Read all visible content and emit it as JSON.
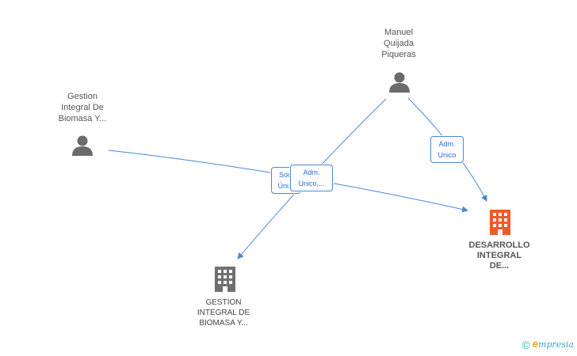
{
  "nodes": {
    "manuel": {
      "label": "Manuel\nQuijada\nPiqueras",
      "icon": "person-icon"
    },
    "gestion_person": {
      "label": "Gestion\nIntegral De\nBiomasa Y...",
      "icon": "person-icon"
    },
    "gestion_company": {
      "label": "GESTION\nINTEGRAL DE\nBIOMASA Y...",
      "icon": "building-icon"
    },
    "desarrollo_company": {
      "label": "DESARROLLO\nINTEGRAL\nDE...",
      "icon": "building-icon"
    }
  },
  "edges": {
    "manuel_to_desarrollo": "Adm.\nUnico",
    "gestion_to_desarrollo": "Soc.\nÚni...",
    "manuel_to_gestion": "Adm.\nUnico,..."
  },
  "footer": {
    "copyright": "©",
    "brand_initial": "e",
    "brand_rest": "mpresia"
  },
  "colors": {
    "edge": "#4a86d8",
    "person": "#6b6b6b",
    "company": "#707070",
    "focus_company": "#f05a28"
  }
}
